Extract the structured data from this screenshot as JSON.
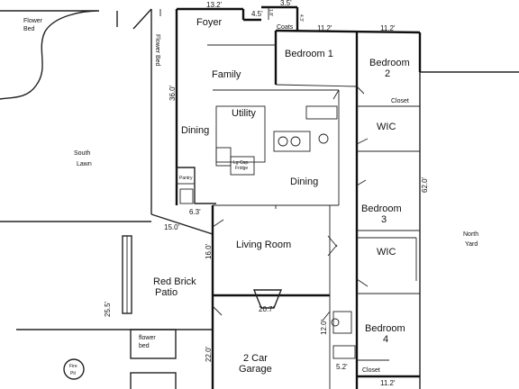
{
  "rooms": {
    "foyer": "Foyer",
    "bedroom1": "Bedroom 1",
    "bedroom2_a": "Bedroom",
    "bedroom2_b": "2",
    "family": "Family",
    "utility": "Utility",
    "dining_left": "Dining",
    "dining_main": "Dining",
    "wic_upper": "WIC",
    "wic_lower": "WIC",
    "bedroom3_a": "Bedroom",
    "bedroom3_b": "3",
    "living_room": "Living Room",
    "bedroom4_a": "Bedroom",
    "bedroom4_b": "4",
    "garage_a": "2 Car",
    "garage_b": "Garage",
    "coats": "Coats",
    "closet_upper": "Closet",
    "closet_lower": "Closet",
    "pantry": "Pantry",
    "fridge_a": "Lg Cap.",
    "fridge_b": "Fridge"
  },
  "outdoor": {
    "flower_bed_top_a": "Flower",
    "flower_bed_top_b": "Bed",
    "flower_bed_vertical": "Flower Bed",
    "south_lawn_a": "South",
    "south_lawn_b": "Lawn",
    "north_yard_a": "North",
    "north_yard_b": "Yard",
    "patio_a": "Red Brick",
    "patio_b": "Patio",
    "flower_bed_small": "flower",
    "flower_bed_small_b": "bed",
    "fire_pit_a": "Fire",
    "fire_pit_b": "Pit"
  },
  "dimensions": {
    "d_13_2": "13.2'",
    "d_4_5": "4.5'",
    "d_3_5": "3.5'",
    "d_1_8": "1.8'",
    "d_4_3": "4.3'",
    "d_11_2_a": "11.2'",
    "d_11_2_b": "11.2'",
    "d_36_0": "36.0'",
    "d_6_3": "6.3'",
    "d_15_0": "15.0'",
    "d_62_0": "62.0'",
    "d_16_0": "16.0'",
    "d_25_5": "25.5'",
    "d_20_7": "20.7'",
    "d_12_0": "12.0'",
    "d_22_0": "22.0'",
    "d_5_2": "5.2'",
    "d_11_2_c": "11.2'"
  }
}
